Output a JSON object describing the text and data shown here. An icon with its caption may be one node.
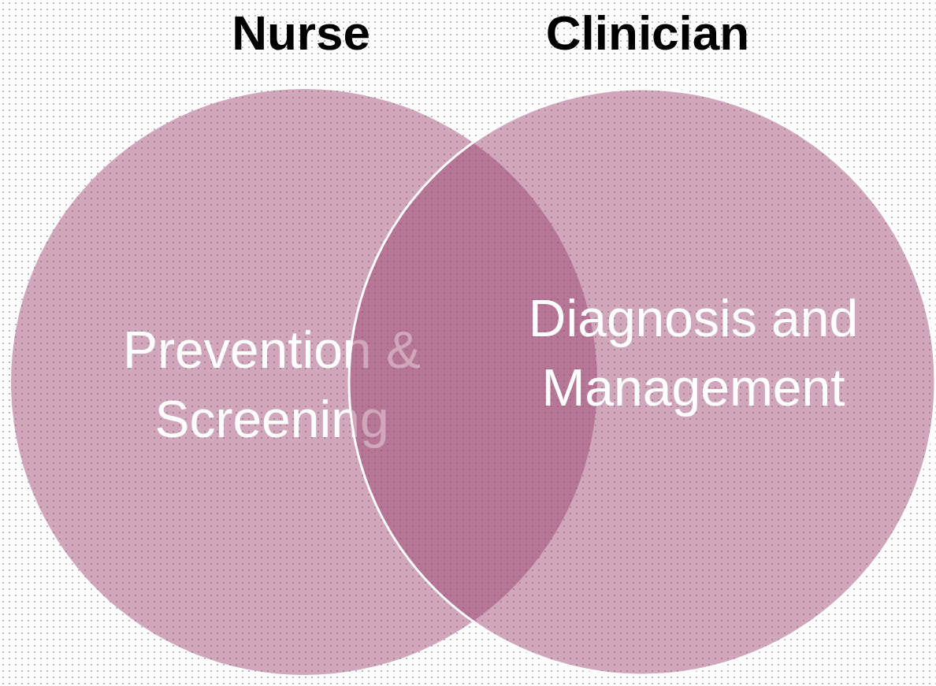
{
  "diagram": {
    "nodes": [
      {
        "text": [
          "Nurse",
          "Prevention & Screening"
        ]
      },
      {
        "text": [
          "Clinician",
          "Diagnosis and Management"
        ]
      }
    ]
  }
}
